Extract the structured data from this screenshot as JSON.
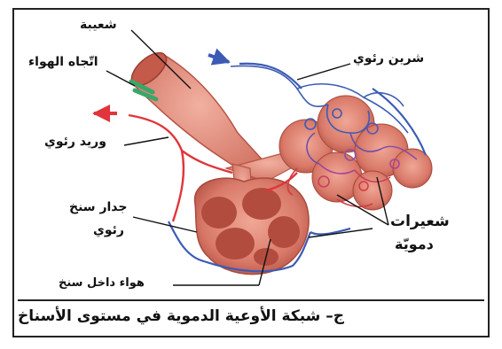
{
  "labels": {
    "bronchiole": "شعيبة",
    "air_direction": "اتّجاه الهواء",
    "pulmonary_artery": "شرين رئوي",
    "pulmonary_vein": "وريد رئوي",
    "alveolus_wall_line1": "جدار سنخ",
    "alveolus_wall_line2": "رئوي",
    "capillaries_line1": "شعيرات",
    "capillaries_line2": "دمويّة",
    "air_in_alveolus": "هواء داخل سنخ"
  },
  "caption": "ج– شبكة الأوعية الدموية في مستوى الأسناخ",
  "colors": {
    "artery_blue": "#3b5bb5",
    "vein_red": "#e0353b",
    "tissue": "#d97a6a",
    "alveolus_dark": "#c95a4c",
    "air_arrow": "#3aa66a"
  }
}
